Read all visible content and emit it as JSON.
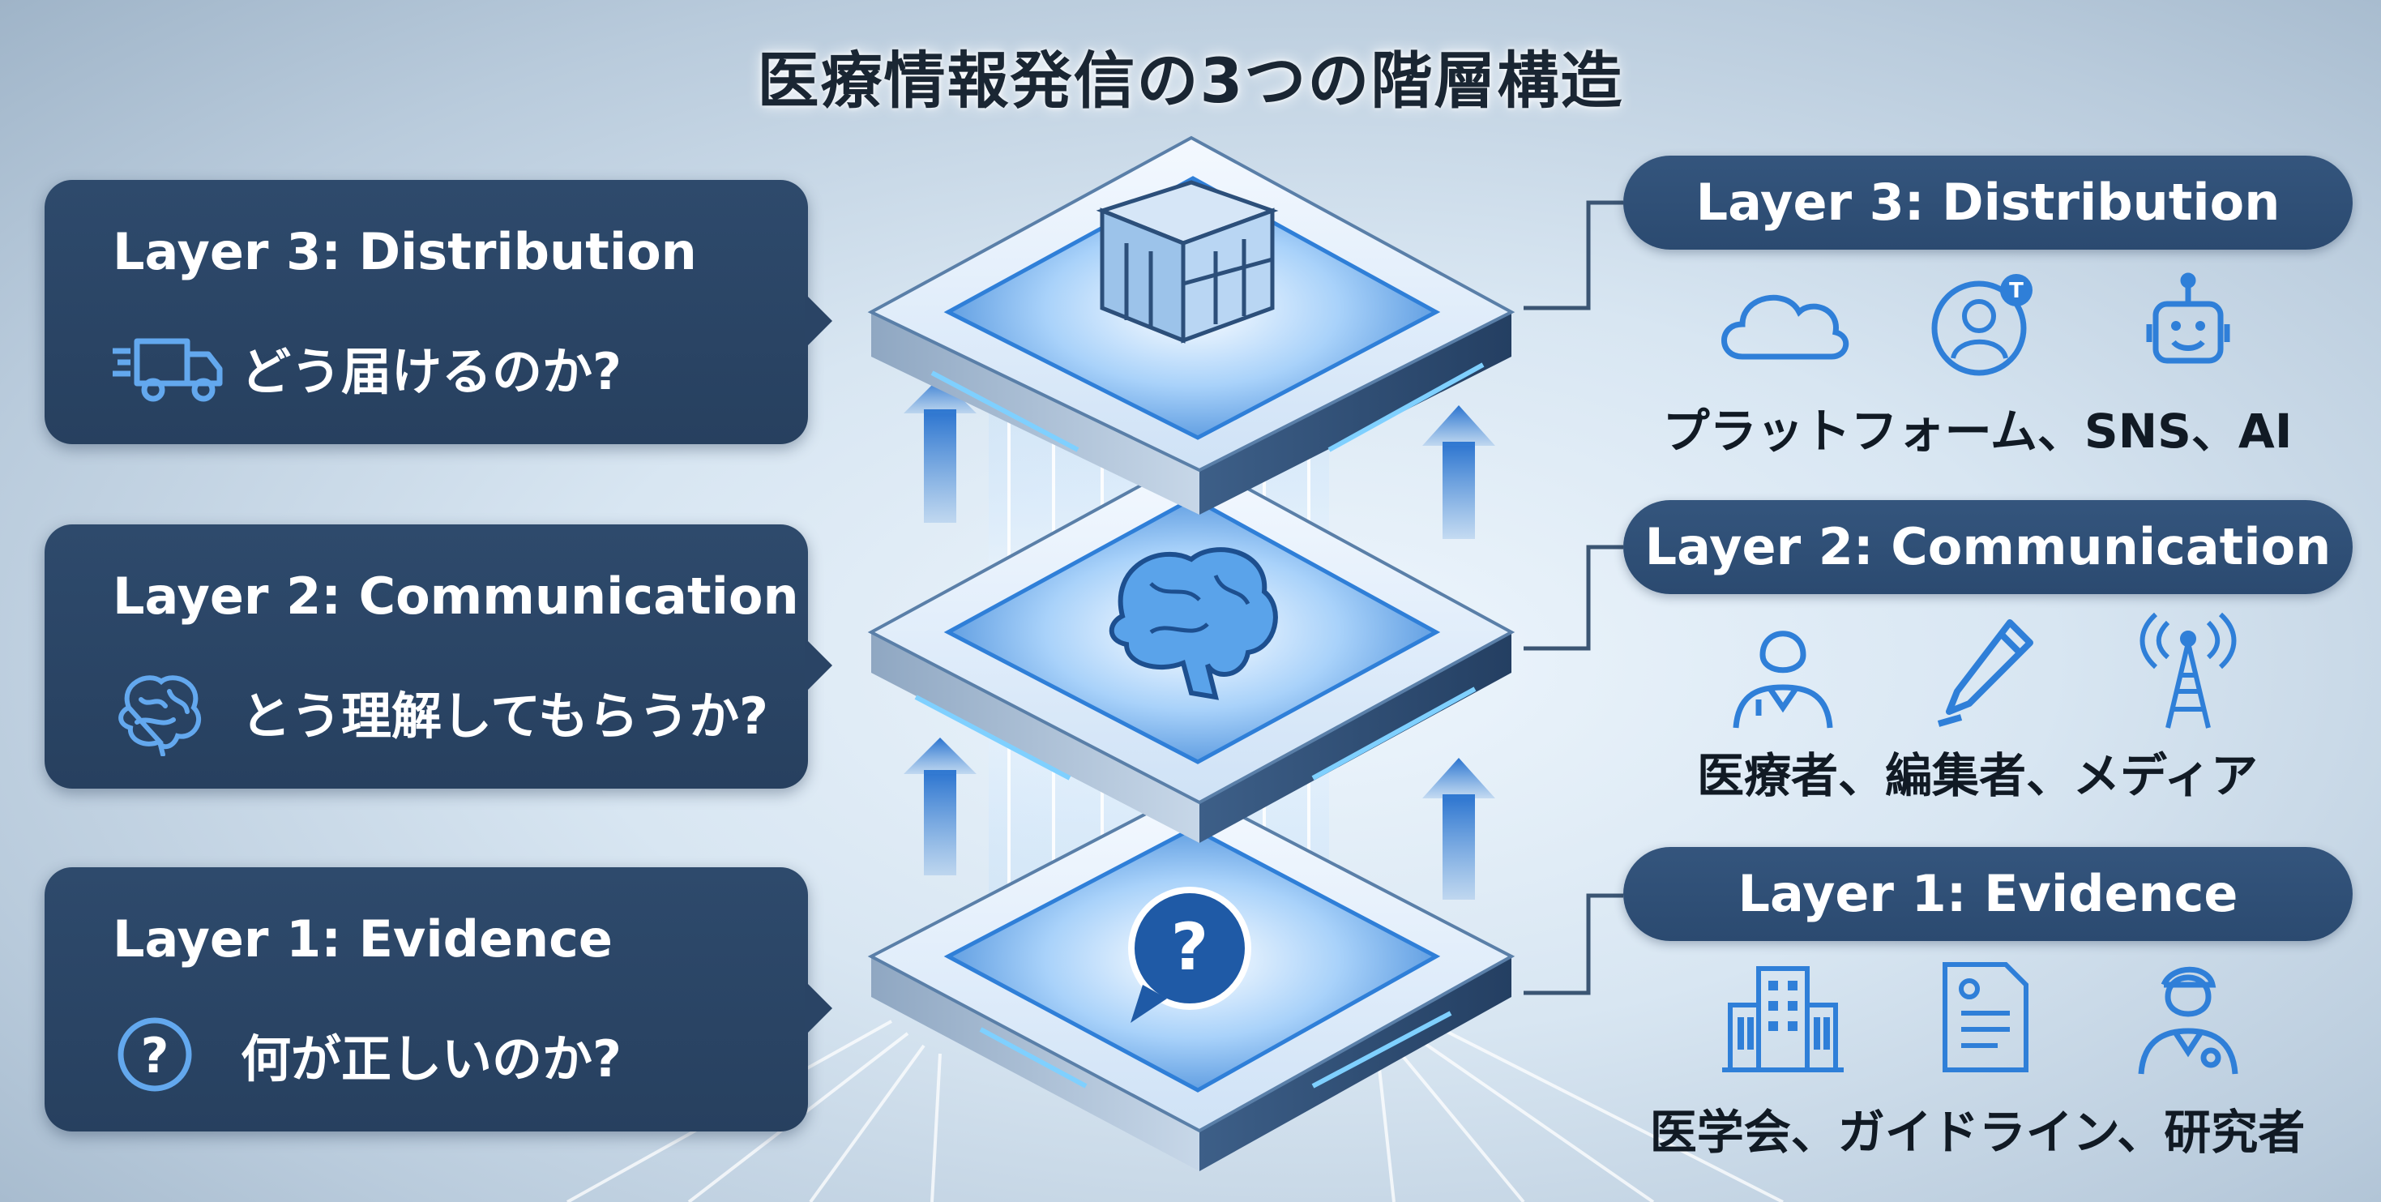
{
  "title": "医療情報発信の3つの階層構造",
  "left_callouts": [
    {
      "layer": "Layer 3: Distribution",
      "question": "どう届けるのか?",
      "icon": "truck-icon"
    },
    {
      "layer": "Layer 2: Communication",
      "question": "とう理解してもらうか?",
      "icon": "brain-icon"
    },
    {
      "layer": "Layer 1: Evidence",
      "question": "何が正しいのか?",
      "icon": "question-circle-icon"
    }
  ],
  "right_sections": [
    {
      "layer": "Layer 3: Distribution",
      "actors": "プラットフォーム、SNS、AI",
      "icons": [
        "cloud-icon",
        "user-badge-icon",
        "robot-icon"
      ]
    },
    {
      "layer": "Layer 2: Communication",
      "actors": "医療者、編集者、メディア",
      "icons": [
        "doctor-icon",
        "pen-icon",
        "broadcast-tower-icon"
      ]
    },
    {
      "layer": "Layer 1: Evidence",
      "actors": "医学会、ガイドライン、研究者",
      "icons": [
        "building-icon",
        "document-icon",
        "researcher-icon"
      ]
    }
  ],
  "colors": {
    "accent": "#2f7fd8",
    "callout_bg": "#2b4566",
    "pill_bg": "#2f507a",
    "icon_stroke": "#2f7fd8"
  }
}
